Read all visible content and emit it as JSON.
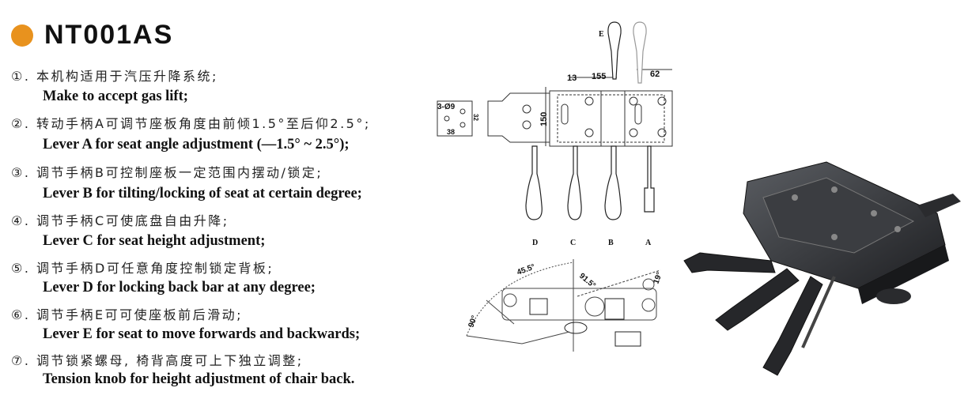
{
  "title": "NT001AS",
  "accent_color": "#e8921e",
  "items": [
    {
      "cn": "①. 本机构适用于汽压升降系统;",
      "en": "Make to accept gas lift;"
    },
    {
      "cn": "②. 转动手柄A可调节座板角度由前倾1.5°至后仰2.5°;",
      "en": "Lever A for seat angle adjustment (—1.5° ~ 2.5°);"
    },
    {
      "cn": "③. 调节手柄B可控制座板一定范围内摆动/锁定;",
      "en": "Lever B for tilting/locking of seat at certain degree;"
    },
    {
      "cn": "④. 调节手柄C可使底盘自由升降;",
      "en": "Lever C for seat height adjustment;"
    },
    {
      "cn": "⑤. 调节手柄D可任意角度控制锁定背板;",
      "en": "Lever D for locking back bar at any degree;"
    },
    {
      "cn": "⑥. 调节手柄E可可使座板前后滑动;",
      "en": "Lever E for seat to move forwards and backwards;"
    },
    {
      "cn": "⑦. 调节锁紧螺母, 椅背高度可上下独立调整;",
      "en": "Tension knob for height adjustment of chair back."
    }
  ],
  "top_view": {
    "lever_labels": {
      "e": "E",
      "d": "D",
      "c": "C",
      "b": "B",
      "a": "A"
    },
    "dims": {
      "d13": "13",
      "d155": "155",
      "d62": "62",
      "d150": "150",
      "holes": "3-Ø9",
      "d38": "38",
      "d32": "32"
    }
  },
  "side_view": {
    "angles": {
      "a1": "45.5°",
      "a2": "91.5°",
      "a3": "19°",
      "a4": "90°"
    }
  }
}
